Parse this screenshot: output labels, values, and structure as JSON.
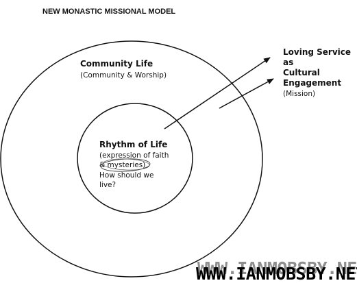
{
  "title": "NEW MONASTIC MISSIONAL MODEL",
  "outer_circle": {
    "heading": "Community Life",
    "subheading": "(Community & Worship)"
  },
  "inner_circle": {
    "heading": "Rhythm of Life",
    "lines": [
      "(expression of faith",
      "& mysteries)",
      "How should we",
      "live?"
    ]
  },
  "external_label": {
    "lines": [
      "Loving Service",
      "as",
      "Cultural",
      "Engagement"
    ],
    "note": "(Mission)"
  },
  "watermark": "WWW.IANMOBSBY.NET",
  "colors": {
    "ink": "#111111",
    "background": "#ffffff"
  }
}
